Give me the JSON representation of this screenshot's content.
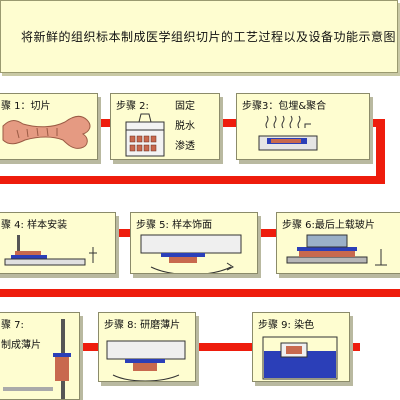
{
  "title": "将新鲜的组织标本制成医学组织切片的工艺过程以及设备功能示意图",
  "steps": [
    {
      "label": "骤 1：切片"
    },
    {
      "label": "步骤 2:",
      "sub": [
        "固定",
        "脱水",
        "渗透"
      ]
    },
    {
      "label": "步骤3：包埋&聚合"
    },
    {
      "label": "骤 4: 样本安装"
    },
    {
      "label": "步骤 5: 样本饰面"
    },
    {
      "label": "步骤 6:最后上载玻片"
    },
    {
      "label": "骤 7:",
      "sub": [
        "制成薄片"
      ]
    },
    {
      "label": "步骤 8: 研磨薄片"
    },
    {
      "label": "步骤 9: 染色"
    }
  ],
  "colors": {
    "pipe": "#ee1c0c",
    "box": "#fefdd0",
    "bone": "#e59a82",
    "blue": "#2b3fb8"
  }
}
